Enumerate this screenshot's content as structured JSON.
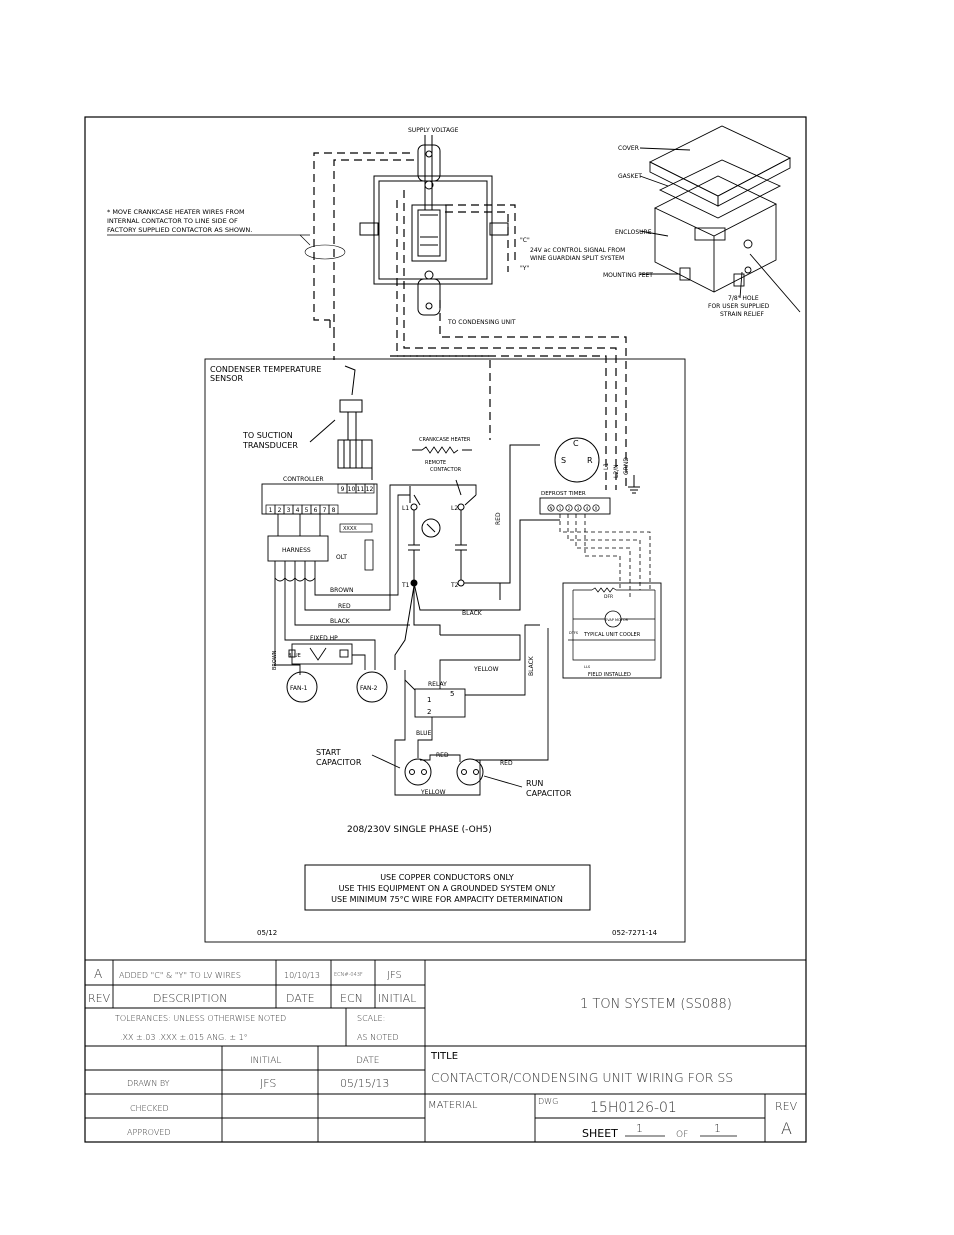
{
  "top_notes": {
    "supply_voltage": "SUPPLY VOLTAGE",
    "move_note_1": "* MOVE CRANKCASE HEATER WIRES FROM",
    "move_note_2": "INTERNAL CONTACTOR TO LINE SIDE OF",
    "move_note_3": "FACTORY SUPPLIED CONTACTOR AS SHOWN.",
    "c_label": "\"C\"",
    "control_signal_1": "24V ac CONTROL SIGNAL FROM",
    "control_signal_2": "WINE GUARDIAN SPLIT SYSTEM",
    "y_label": "\"Y\"",
    "to_condensing_unit": "TO CONDENSING UNIT"
  },
  "enclosure_labels": {
    "cover": "COVER",
    "gasket": "GASKET",
    "enclosure": "ENCLOSURE",
    "mounting_feet": "MOUNTING FEET",
    "hole_1": "7/8\" HOLE",
    "hole_2": "FOR USER SUPPLIED",
    "hole_3": "STRAIN RELIEF"
  },
  "schematic": {
    "sensor_1": "CONDENSER TEMPERATURE",
    "sensor_2": "SENSOR",
    "suction_1": "TO SUCTION",
    "suction_2": "TRANSDUCER",
    "crankcase_heater": "CRANKCASE HEATER",
    "remote_1": "REMOTE",
    "remote_2": "CONTACTOR",
    "controller": "CONTROLLER",
    "terminals_1": [
      "1",
      "2",
      "3",
      "4",
      "5",
      "6",
      "7",
      "8"
    ],
    "terminals_2": [
      "9",
      "10",
      "11",
      "12"
    ],
    "terminal_xxxx": "XXXX",
    "harness": "HARNESS",
    "olt": "OLT",
    "brown_1": "BROWN",
    "red_1": "RED",
    "black_1": "BLACK",
    "black_2": "BLACK",
    "fixed_hp": "FIXED HP",
    "blue_1": "BLUE",
    "brown_2": "BROWN",
    "fan_1": "FAN-1",
    "fan_2": "FAN-2",
    "yellow_1": "YELLOW",
    "black_3": "BLACK",
    "relay": "RELAY",
    "relay_1": "1",
    "relay_2": "2",
    "relay_5": "5",
    "blue_2": "BLUE",
    "red_2": "RED",
    "red_3": "RED",
    "red_4": "RED",
    "yellow_2": "YELLOW",
    "start_cap_1": "START",
    "start_cap_2": "CAPACITOR",
    "run_cap_1": "RUN",
    "run_cap_2": "CAPACITOR",
    "l1": "L1",
    "l2": "L2",
    "t1": "T1",
    "t2": "T2",
    "s": "S",
    "r": "R",
    "c": "C",
    "l1_side": "L1",
    "l2n_side": "L2/N",
    "grnd": "GRND",
    "defrost_timer": "DEFROST TIMER",
    "timer_terminals": [
      "N",
      "1",
      "2",
      "3",
      "4",
      "X"
    ],
    "dfr": "DFR",
    "evap_motor": "EVAP MOTOR",
    "typical_unit_cooler": "TYPICAL UNIT COOLER",
    "field_installed": "FIELD INSTALLED",
    "dtfs": "DTFS",
    "lls": "LLS",
    "phase": "208/230V SINGLE PHASE (-OH5)",
    "warn_1": "USE COPPER CONDUCTORS ONLY",
    "warn_2": "USE THIS EQUIPMENT ON A GROUNDED SYSTEM ONLY",
    "warn_3": "USE MINIMUM 75°C WIRE FOR AMPACITY DETERMINATION",
    "date_code": "05/12",
    "part_no": "052-7271-14"
  },
  "title_block": {
    "rev_value": "A",
    "rev_desc": "ADDED \"C\" & \"Y\" TO LV WIRES",
    "rev_date": "10/10/13",
    "rev_ecn": "ECN#-043F",
    "rev_initial": "JFS",
    "h_rev": "REV",
    "h_description": "DESCRIPTION",
    "h_date": "DATE",
    "h_ecn": "ECN",
    "h_initial": "INITIAL",
    "tol_1": "TOLERANCES: UNLESS OTHERWISE NOTED",
    "tol_2": ".XX ±.03  .XXX ±.015  ANG. ± 1°",
    "scale_1": "SCALE:",
    "scale_2": "AS NOTED",
    "col_initial": "INITIAL",
    "col_date": "DATE",
    "drawn_by": "DRAWN BY",
    "drawn_initial": "JFS",
    "drawn_date": "05/15/13",
    "checked": "CHECKED",
    "approved": "APPROVED",
    "system": "1 TON SYSTEM (SS088)",
    "title_label": "TITLE",
    "title": "CONTACTOR/CONDENSING UNIT WIRING FOR SS",
    "material": "MATERIAL",
    "dwg_label": "DWG",
    "dwg_no": "15H0126-01",
    "rev_label": "REV",
    "rev": "A",
    "sheet": "SHEET",
    "sheet_no": "1",
    "of": "OF",
    "sheet_total": "1"
  }
}
